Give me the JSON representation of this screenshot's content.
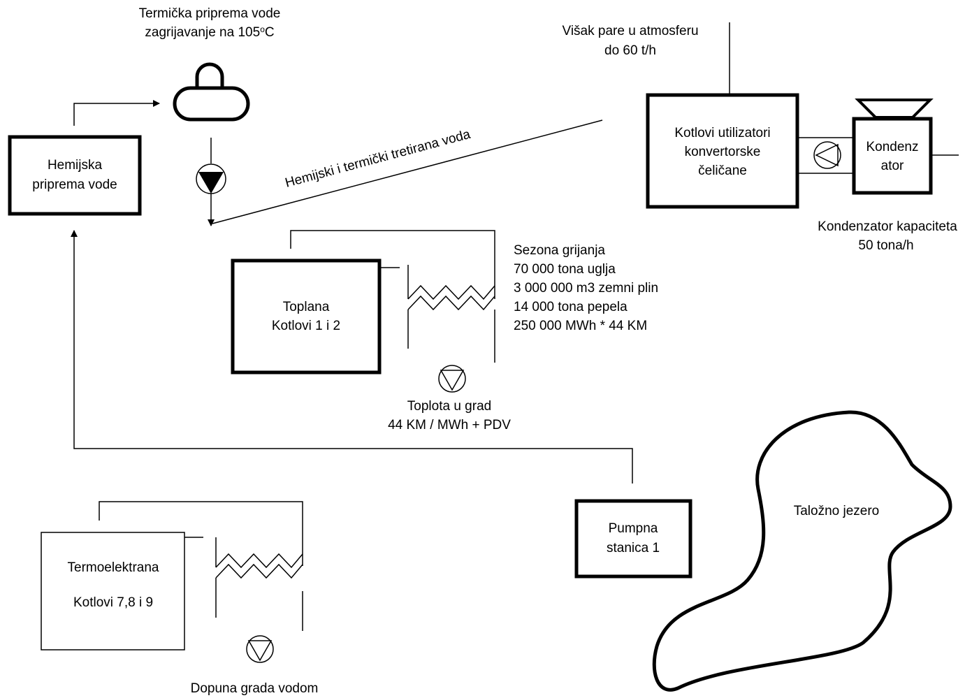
{
  "thermal_prep": {
    "line1": "Termička priprema vode",
    "line2_prefix": "zagrijavanje na 105",
    "line2_sup": "o",
    "line2_suffix": "C"
  },
  "chemical_prep": {
    "line1": "Hemijska",
    "line2": "priprema vode"
  },
  "treated_water_label": "Hemijski i termički tretirana voda",
  "steam_excess": {
    "line1": "Višak pare u atmosferu",
    "line2": "do 60 t/h"
  },
  "waste_heat_boilers": {
    "line1": "Kotlovi utilizatori",
    "line2": "konvertorske",
    "line3": "čeličane"
  },
  "condenser": {
    "line1": "Kondenz",
    "line2": "ator",
    "capacity_line1": "Kondenzator kapaciteta",
    "capacity_line2": "50 tona/h"
  },
  "heating_plant": {
    "line1": "Toplana",
    "line2": "Kotlovi 1 i 2",
    "season": [
      "Sezona grijanja",
      "70 000 tona uglja",
      "3 000 000 m3 zemni plin",
      "14 000 tona pepela",
      "250 000 MWh * 44 KM"
    ],
    "heat_line1": "Toplota u grad",
    "heat_line2": "44 KM / MWh + PDV"
  },
  "power_plant": {
    "line1": "Termoelektrana",
    "line2": "Kotlovi 7,8 i 9",
    "supply": "Dopuna grada vodom"
  },
  "pump_station": {
    "line1": "Pumpna",
    "line2": "stanica  1"
  },
  "settling_lake": "Taložno jezero",
  "colors": {
    "stroke": "#000000",
    "background": "#ffffff"
  }
}
